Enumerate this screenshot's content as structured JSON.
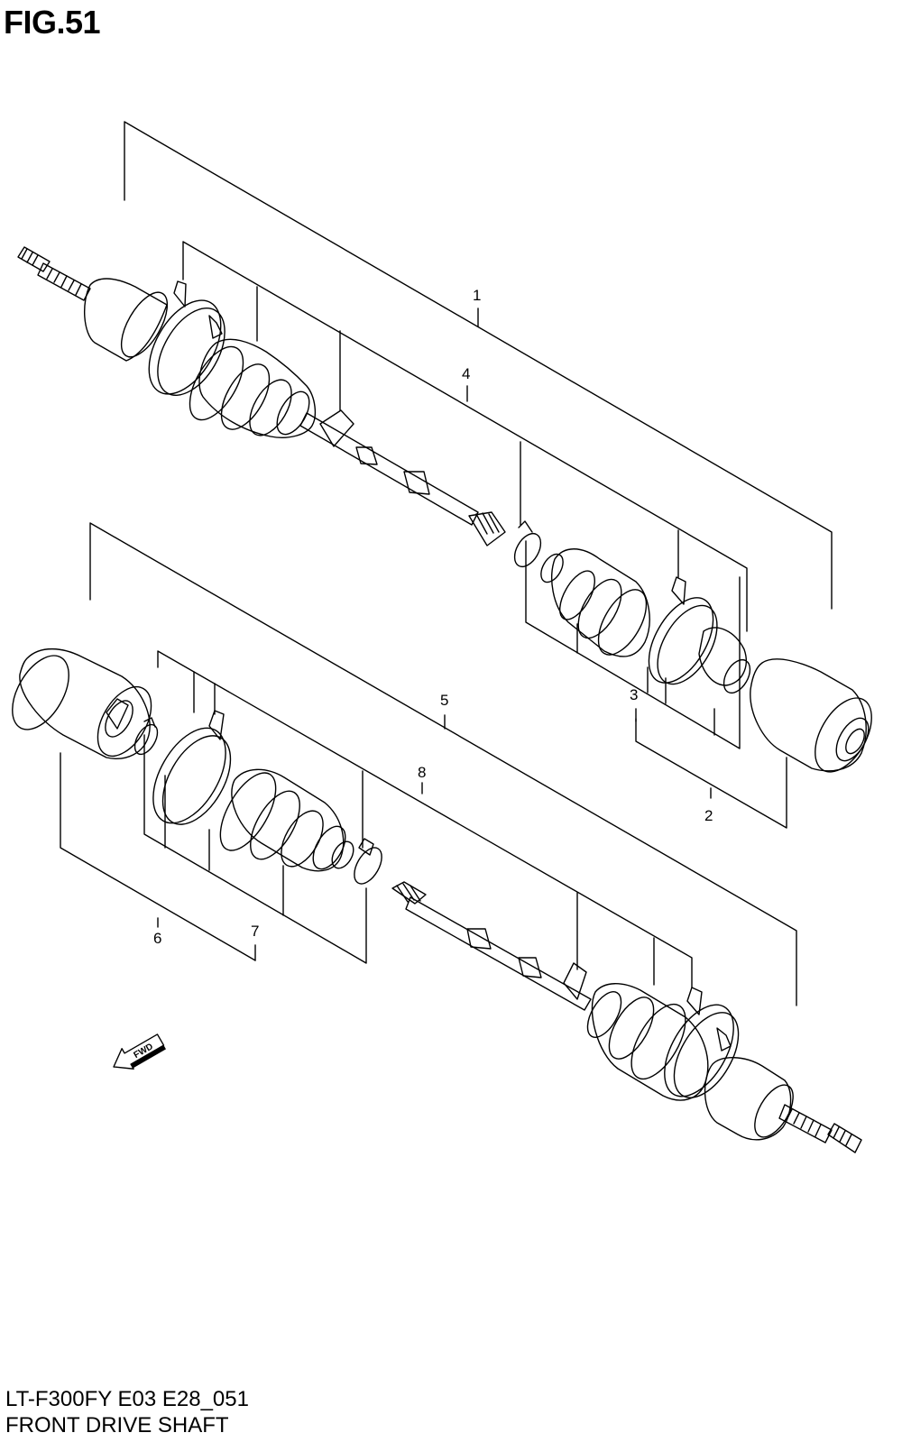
{
  "figure": {
    "title": "FIG.51"
  },
  "footer": {
    "model_code": "LT-F300FY E03 E28_051",
    "caption": "FRONT DRIVE SHAFT"
  },
  "callouts": [
    "1",
    "2",
    "3",
    "4",
    "5",
    "6",
    "7",
    "8"
  ],
  "direction_marker": {
    "label": "FWD",
    "icon": "fwd-arrow-icon"
  }
}
